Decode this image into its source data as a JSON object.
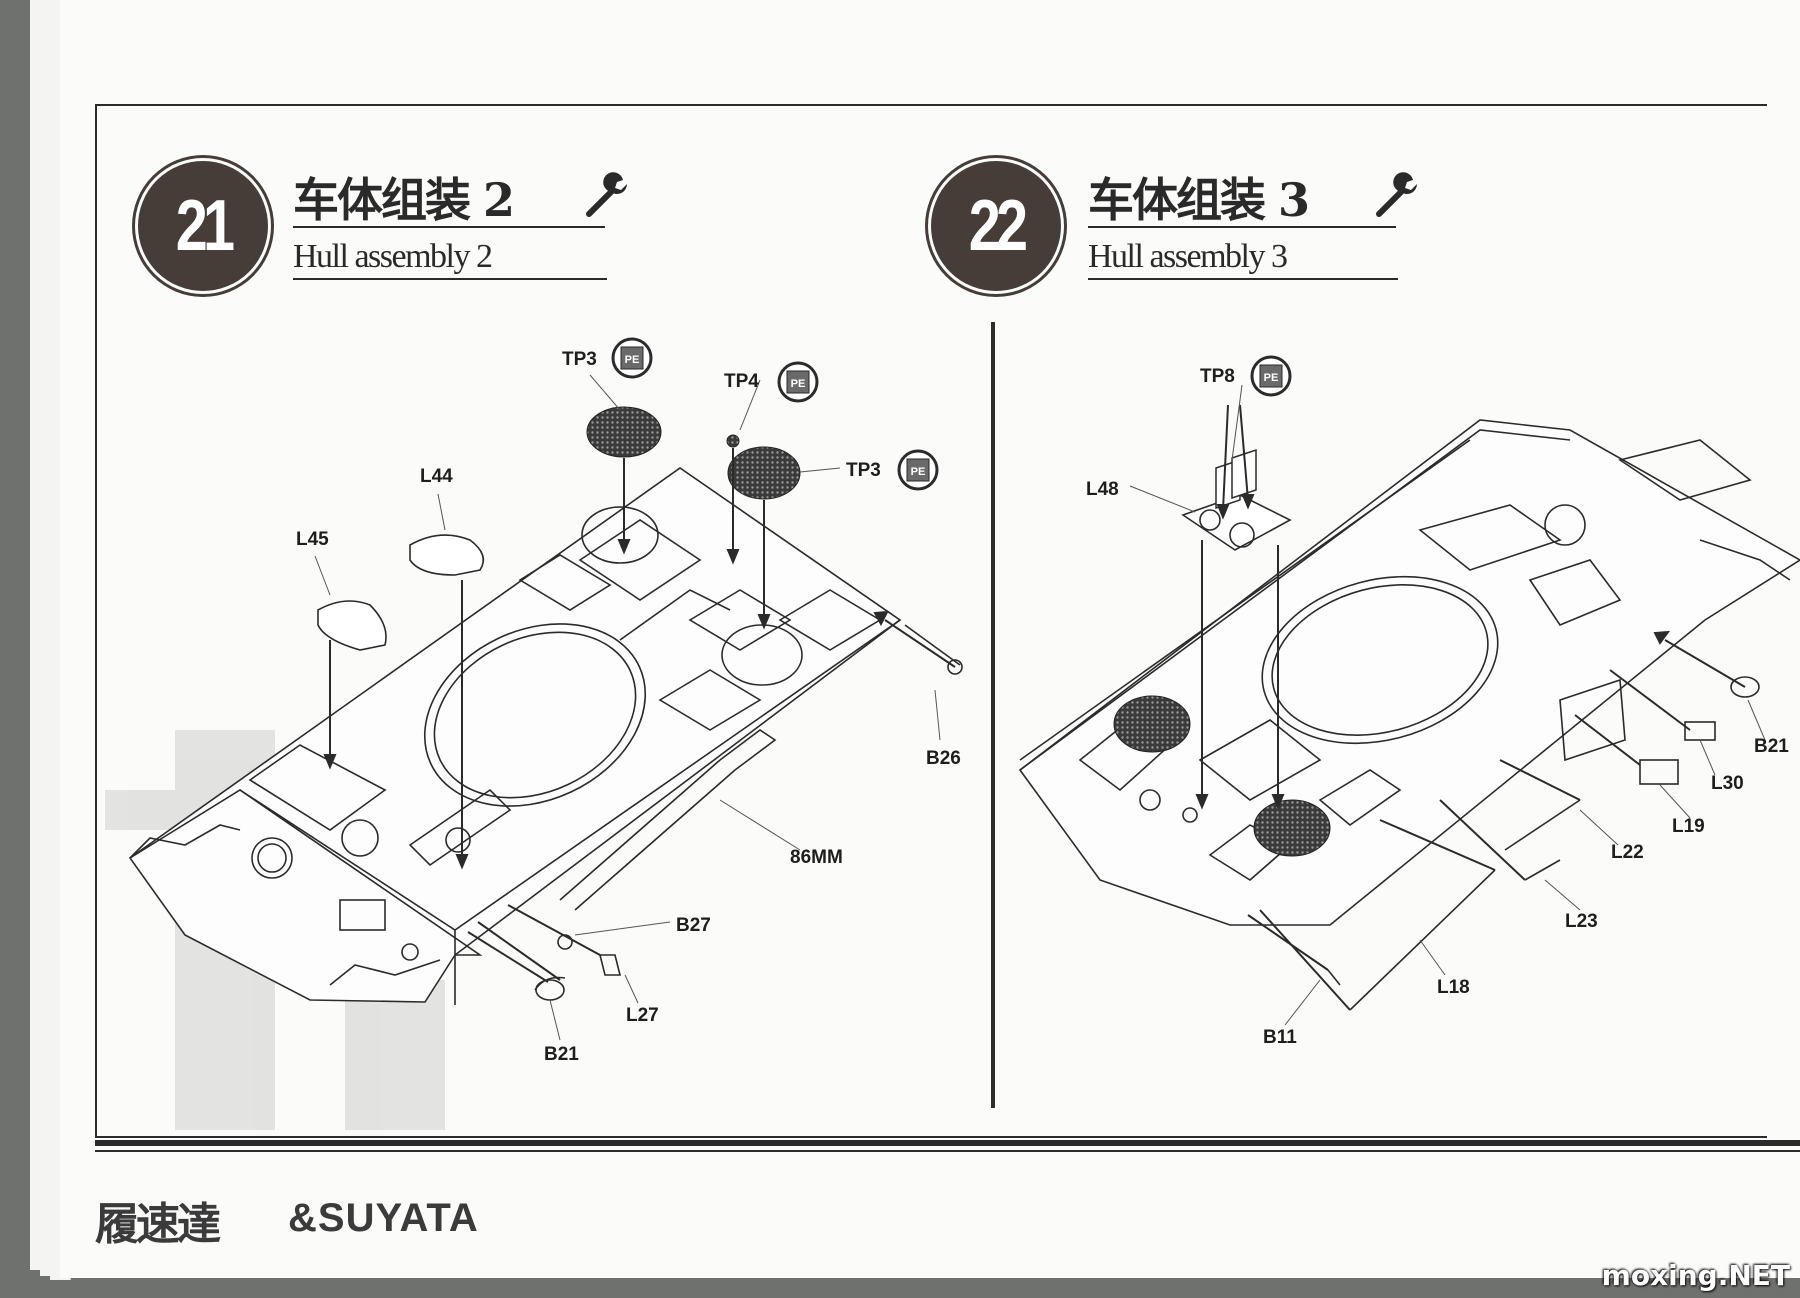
{
  "steps": [
    {
      "number": "21",
      "title_cn": "车体组装 2",
      "title_en": "Hull assembly 2",
      "tool_icon": "wrench-icon",
      "parts": {
        "tp3_a": "TP3",
        "tp4": "TP4",
        "tp3_b": "TP3",
        "l44": "L44",
        "l45": "L45",
        "b26": "B26",
        "mm86": "86MM",
        "b27": "B27",
        "l27": "L27",
        "b21": "B21"
      }
    },
    {
      "number": "22",
      "title_cn": "车体组装 3",
      "title_en": "Hull assembly 3",
      "tool_icon": "wrench-icon",
      "parts": {
        "tp8": "TP8",
        "l48": "L48",
        "b21": "B21",
        "l30": "L30",
        "l19": "L19",
        "l22": "L22",
        "l23": "L23",
        "l18": "L18",
        "b11": "B11"
      }
    }
  ],
  "pe_badge": "PE",
  "footer": {
    "brand_cn": "履速達",
    "brand_en": "&SUYATA"
  },
  "watermark": "moxing.NET",
  "colors": {
    "step_circle": "#463c38",
    "line": "#2b2b2b",
    "paper": "#fbfbf9"
  }
}
